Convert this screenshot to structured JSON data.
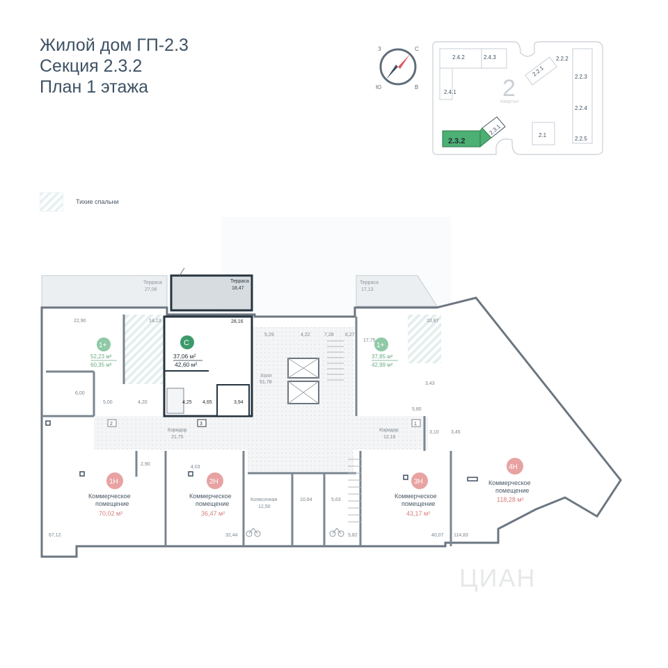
{
  "title": {
    "line1": "Жилой дом ГП-2.3",
    "line2": "Секция 2.3.2",
    "line3": "План 1 этажа"
  },
  "compass": {
    "labels": [
      "З",
      "С",
      "Ю",
      "В"
    ]
  },
  "key_map": {
    "quarter_number": "2",
    "quarter_label": "Квартал",
    "buildings": [
      "2.4.2",
      "2.4.3",
      "2.2.1",
      "2.2.2",
      "2.2.3",
      "2.4.1",
      "2.2.4",
      "2.3.1",
      "2.1",
      "2.3.2",
      "2.2.5"
    ],
    "highlighted": "2.3.2",
    "highlight_color": "#4caf73"
  },
  "legend": {
    "label": "Тихие спальни"
  },
  "plan": {
    "terraces": [
      {
        "name": "Терраса",
        "area": "27,08"
      },
      {
        "name": "Терраса",
        "area": "18,47"
      },
      {
        "name": "Терраса",
        "area": "17,13"
      }
    ],
    "selected_unit": {
      "type": "С",
      "living": "37,06 м²",
      "total": "42,60 м²",
      "rooms": [
        "28,16",
        "4,25",
        "4,65",
        "3,94"
      ],
      "entry": "3",
      "color": "#3d9a6a"
    },
    "flats": [
      {
        "type": "1+",
        "living": "52,23 м²",
        "total": "60,35 м²",
        "rooms": [
          "22,90",
          "14,13",
          "6,00",
          "5,00",
          "4,20"
        ],
        "entry": "2"
      },
      {
        "type": "1+",
        "living": "37,85 м²",
        "total": "42,99 м²",
        "rooms": [
          "17,75",
          "10,87",
          "3,43",
          "5,80"
        ],
        "entry": "1"
      }
    ],
    "core": {
      "hall_name": "Холл",
      "hall_area": "51,78",
      "rooms": [
        "5,29",
        "4,22",
        "7,28",
        "6,27"
      ]
    },
    "corridors": [
      {
        "name": "Коридор",
        "area": "21,75"
      },
      {
        "name": "Коридор",
        "area": "12,16"
      }
    ],
    "commercial": [
      {
        "type": "1Н",
        "name_line1": "Коммерческое",
        "name_line2": "помещение",
        "area": "70,02 м²",
        "extra": [
          "67,12",
          "2,90"
        ]
      },
      {
        "type": "2Н",
        "name_line1": "Коммерческое",
        "name_line2": "помещение",
        "area": "36,47 м²",
        "extra": [
          "32,44",
          "4,03"
        ]
      },
      {
        "type": "3Н",
        "name_line1": "Коммерческое",
        "name_line2": "помещение",
        "area": "43,17 м²",
        "extra": [
          "40,07",
          "3,10"
        ]
      },
      {
        "type": "4Н",
        "name_line1": "Коммерческое",
        "name_line2": "помещение",
        "area": "118,28 м²",
        "extra": [
          "114,83",
          "3,45"
        ]
      }
    ],
    "service": [
      {
        "name": "Колясочная",
        "area": "12,50"
      },
      {
        "name": "",
        "area": "10,64"
      },
      {
        "name": "",
        "area": "5,63"
      },
      {
        "name": "",
        "area": "5,82"
      }
    ],
    "commercial_color": "#e8a2a2",
    "flat_color": "#8fc9a6"
  },
  "watermark": "ЦИАН"
}
